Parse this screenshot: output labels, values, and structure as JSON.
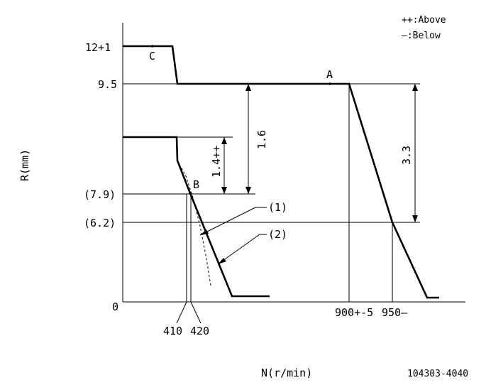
{
  "legend": {
    "above": "++:Above",
    "below": "—:Below"
  },
  "axes": {
    "y_label": "R(mm)",
    "x_label": "N(r/min)"
  },
  "y_ticks": {
    "t12": "12+1",
    "t95": "9.5",
    "t79": "(7.9)",
    "t62": "(6.2)",
    "t0": "0"
  },
  "x_ticks": {
    "t410": "410",
    "t420": "420",
    "t900": "900+-5",
    "t950": "950—"
  },
  "points": {
    "a": "A",
    "b": "B",
    "c": "C"
  },
  "dimensions": {
    "d16": "1.6",
    "d14": "1.4++",
    "d33": "3.3"
  },
  "callouts": {
    "c1": "(1)",
    "c2": "(2)"
  },
  "part_number": "104303-4040"
}
